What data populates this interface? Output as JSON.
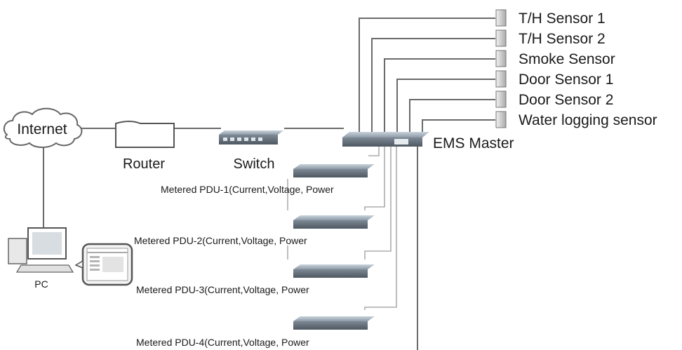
{
  "nodes": {
    "internet": "Internet",
    "router": "Router",
    "switch": "Switch",
    "ems_master": "EMS Master",
    "pc": "PC"
  },
  "sensors": [
    "T/H Sensor 1",
    "T/H Sensor 2",
    "Smoke Sensor",
    "Door Sensor 1",
    "Door Sensor 2",
    "Water logging sensor"
  ],
  "pdus": [
    "Metered PDU-1(Current,Voltage, Power",
    "Metered PDU-2(Current,Voltage, Power",
    "Metered PDU-3(Current,Voltage, Power",
    "Metered PDU-4(Current,Voltage, Power"
  ],
  "colors": {
    "line": "#6a6a6a",
    "device": "#8c9aa6",
    "text": "#1a1a1a"
  }
}
